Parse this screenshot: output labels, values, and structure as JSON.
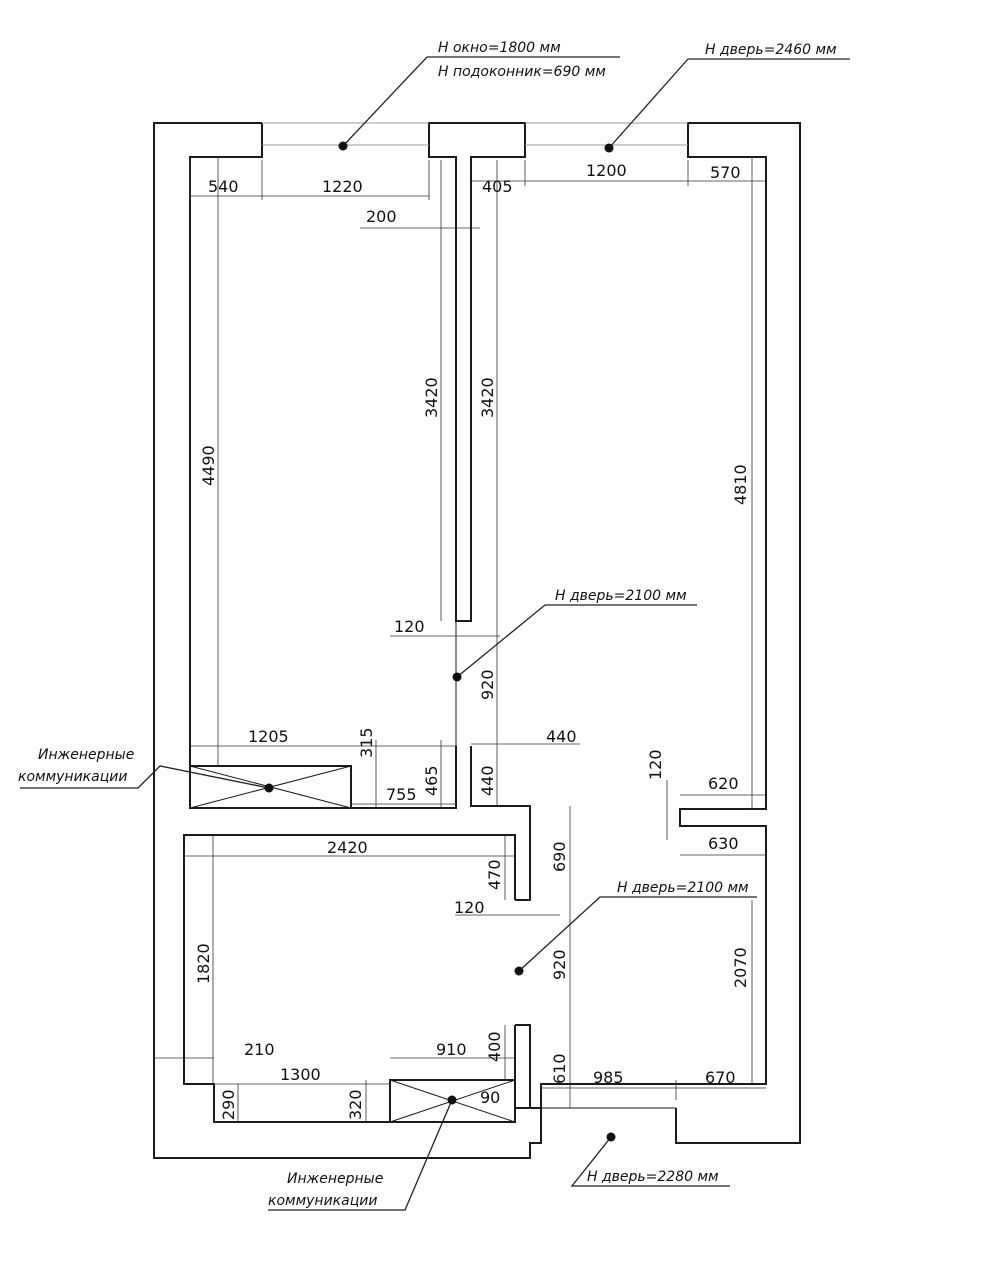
{
  "notes": {
    "window_height": "H окно=1800 мм",
    "sill_height": "H подоконник=690 мм",
    "door_top": "H дверь=2460 мм",
    "door_mid": "H дверь=2100 мм",
    "door_right": "H дверь=2100 мм",
    "door_bottom": "H дверь=2280 мм",
    "eng_left_1": "Инженерные",
    "eng_left_2": "коммуникации",
    "eng_bottom_1": "Инженерные",
    "eng_bottom_2": "коммуникации"
  },
  "dims": {
    "d540": "540",
    "d1220": "1220",
    "d405": "405",
    "d1200": "1200",
    "d570": "570",
    "d200": "200",
    "d4490": "4490",
    "d3420a": "3420",
    "d3420b": "3420",
    "d4810": "4810",
    "d120a": "120",
    "d920a": "920",
    "d1205": "1205",
    "d315": "315",
    "d465": "465",
    "d755": "755",
    "d440a": "440",
    "d440b": "440",
    "d120b": "120",
    "d620": "620",
    "d630": "630",
    "d2420": "2420",
    "d470": "470",
    "d690": "690",
    "d120c": "120",
    "d1820": "1820",
    "d920b": "920",
    "d2070": "2070",
    "d210": "210",
    "d910": "910",
    "d400": "400",
    "d1300": "1300",
    "d610": "610",
    "d985": "985",
    "d670": "670",
    "d290": "290",
    "d320": "320",
    "d90": "90"
  }
}
